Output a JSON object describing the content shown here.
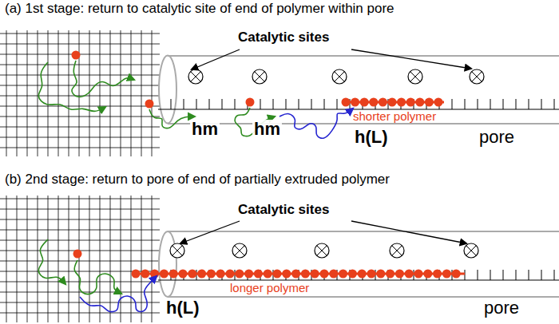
{
  "diagram": {
    "labels": [
      "(a) 1st stage: return to catalytic site of end of polymer within pore",
      "Catalytic sites",
      "hm",
      "hm",
      "shorter polymer",
      "h(L)",
      "pore",
      "(b) 2nd stage: return to pore of end of partially extruded polymer",
      "Catalytic sites",
      "longer polymer",
      "h(L)",
      "pore"
    ]
  }
}
